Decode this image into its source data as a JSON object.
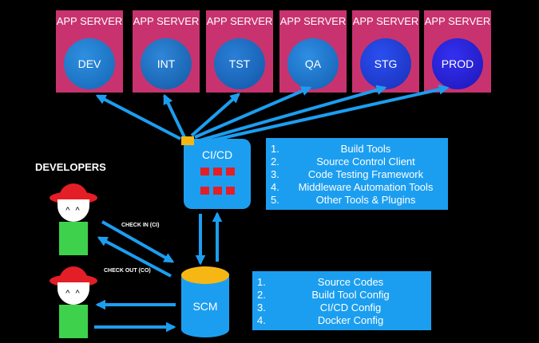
{
  "servers": [
    {
      "label": "APP SERVER",
      "env": "DEV"
    },
    {
      "label": "APP SERVER",
      "env": "INT"
    },
    {
      "label": "APP SERVER",
      "env": "TST"
    },
    {
      "label": "APP SERVER",
      "env": "QA"
    },
    {
      "label": "APP SERVER",
      "env": "STG"
    },
    {
      "label": "APP SERVER",
      "env": "PROD"
    }
  ],
  "cicd": {
    "title": "CI/CD"
  },
  "tools_list": [
    {
      "num": "1.",
      "text": "Build Tools"
    },
    {
      "num": "2.",
      "text": "Source Control Client"
    },
    {
      "num": "3.",
      "text": "Code Testing Framework"
    },
    {
      "num": "4.",
      "text": "Middleware Automation Tools"
    },
    {
      "num": "5.",
      "text": "Other Tools & Plugins"
    }
  ],
  "scm": {
    "title": "SCM"
  },
  "scm_list": [
    {
      "num": "1.",
      "text": "Source Codes"
    },
    {
      "num": "2.",
      "text": "Build Tool Config"
    },
    {
      "num": "3.",
      "text": "CI/CD Config"
    },
    {
      "num": "4.",
      "text": "Docker Config"
    }
  ],
  "developers": {
    "title": "DEVELOPERS",
    "face": "^ ^"
  },
  "edges": {
    "check_in": "CHECK IN (CI)",
    "check_out": "CHECK OUT (CO)"
  },
  "colors": {
    "server": "#c8336f",
    "accent": "#1c9ef0",
    "port": "#f6b715",
    "led": "#e41e26",
    "shirt": "#3ed24c"
  }
}
